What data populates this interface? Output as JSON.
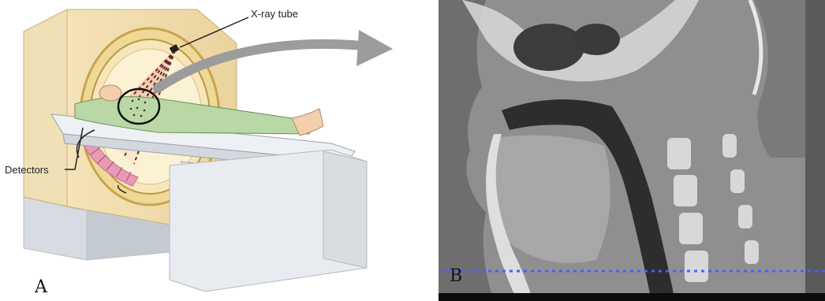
{
  "panel_a": {
    "letter": "A",
    "labels": {
      "xray_tube": "X-ray tube",
      "detectors": "Detectors"
    }
  },
  "panel_b": {
    "letter": "B",
    "colors": {
      "scan_line": "#4a5cff",
      "ct_gray": "#9a9a9a"
    }
  }
}
